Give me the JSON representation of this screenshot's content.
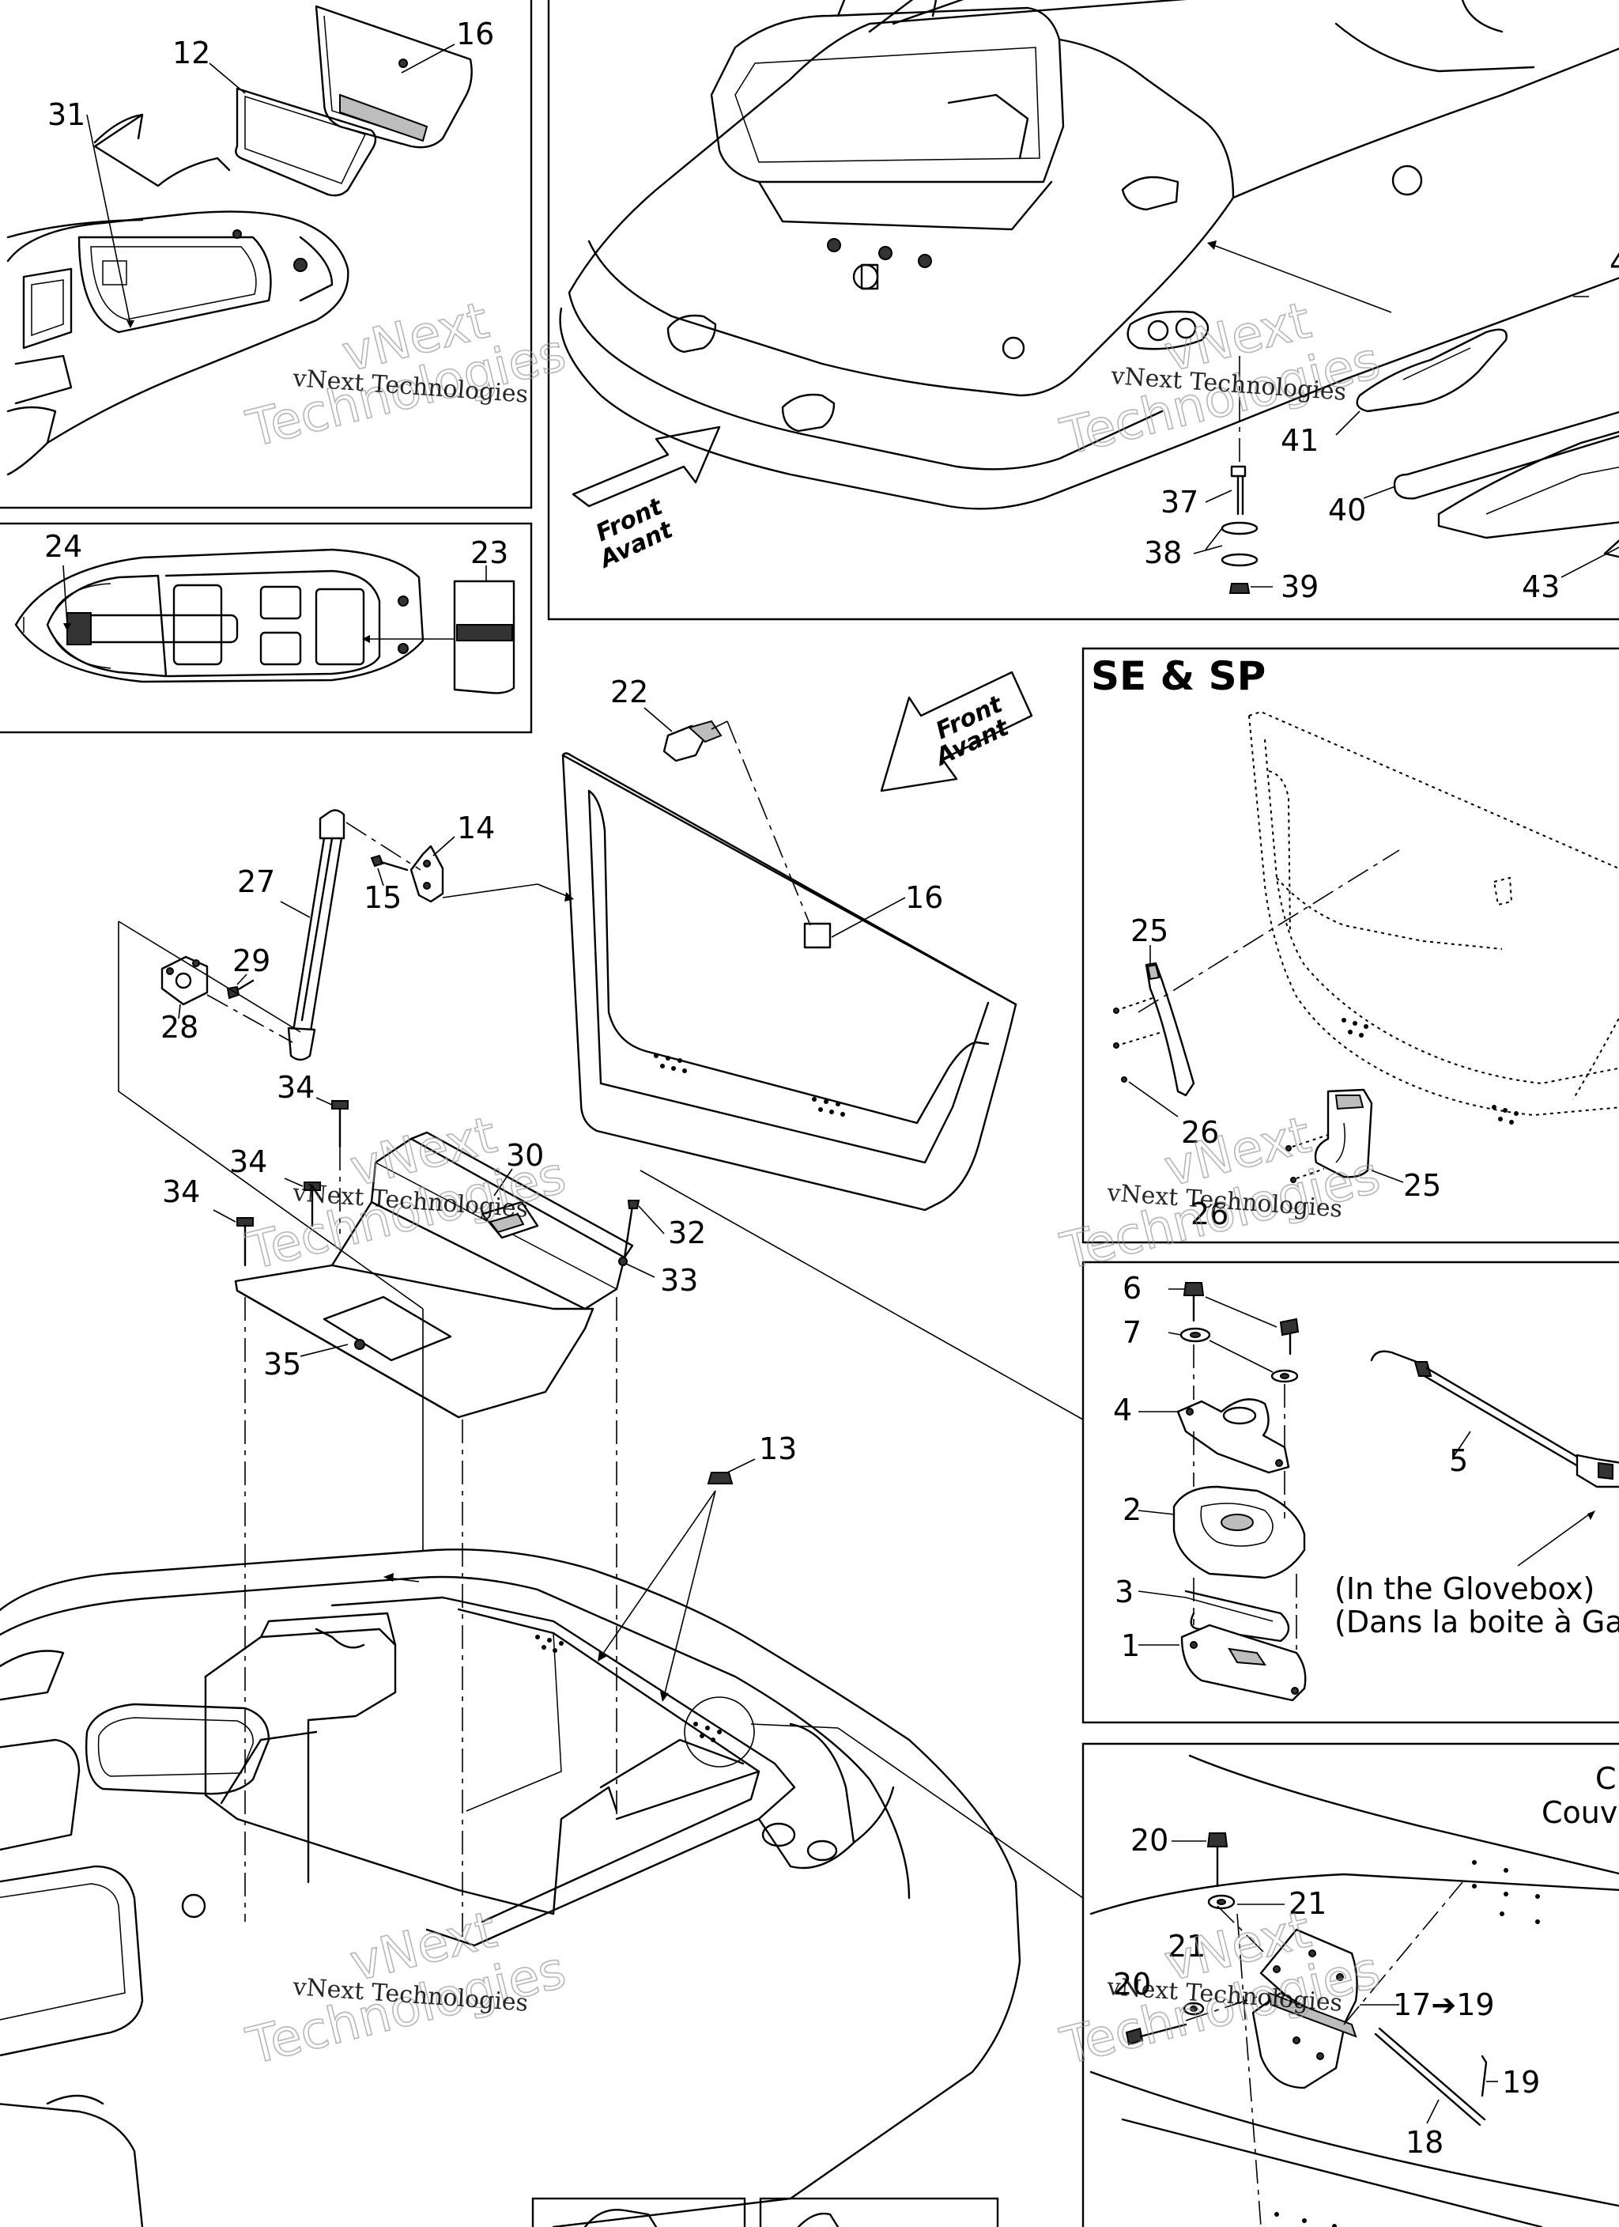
{
  "headers": {
    "se_sp": "SE & SP"
  },
  "front_arrow": {
    "line1": "Front",
    "line2": "Avant"
  },
  "glovebox_note": {
    "line1": "(In the Glovebox)",
    "line2": "(Dans la boite à Ga"
  },
  "cover_note": {
    "line1": "C",
    "line2": "Couv"
  },
  "watermark": {
    "line1": "vNext Technologies",
    "line2": "Technologies",
    "line3": "vNext"
  },
  "callouts": {
    "c1": "1",
    "c2": "2",
    "c3": "3",
    "c4": "4",
    "c5": "5",
    "c6": "6",
    "c7": "7",
    "c12": "12",
    "c13": "13",
    "c14": "14",
    "c15": "15",
    "c16": "16",
    "c17_19": "17➔19",
    "c18": "18",
    "c19": "19",
    "c20": "20",
    "c21": "21",
    "c22": "22",
    "c23": "23",
    "c24": "24",
    "c25": "25",
    "c26": "26",
    "c27": "27",
    "c28": "28",
    "c29": "29",
    "c30": "30",
    "c31": "31",
    "c32": "32",
    "c33": "33",
    "c34": "34",
    "c35": "35",
    "c37": "37",
    "c38": "38",
    "c39": "39",
    "c40": "40",
    "c41": "41",
    "c43": "43",
    "c4b": "4"
  }
}
